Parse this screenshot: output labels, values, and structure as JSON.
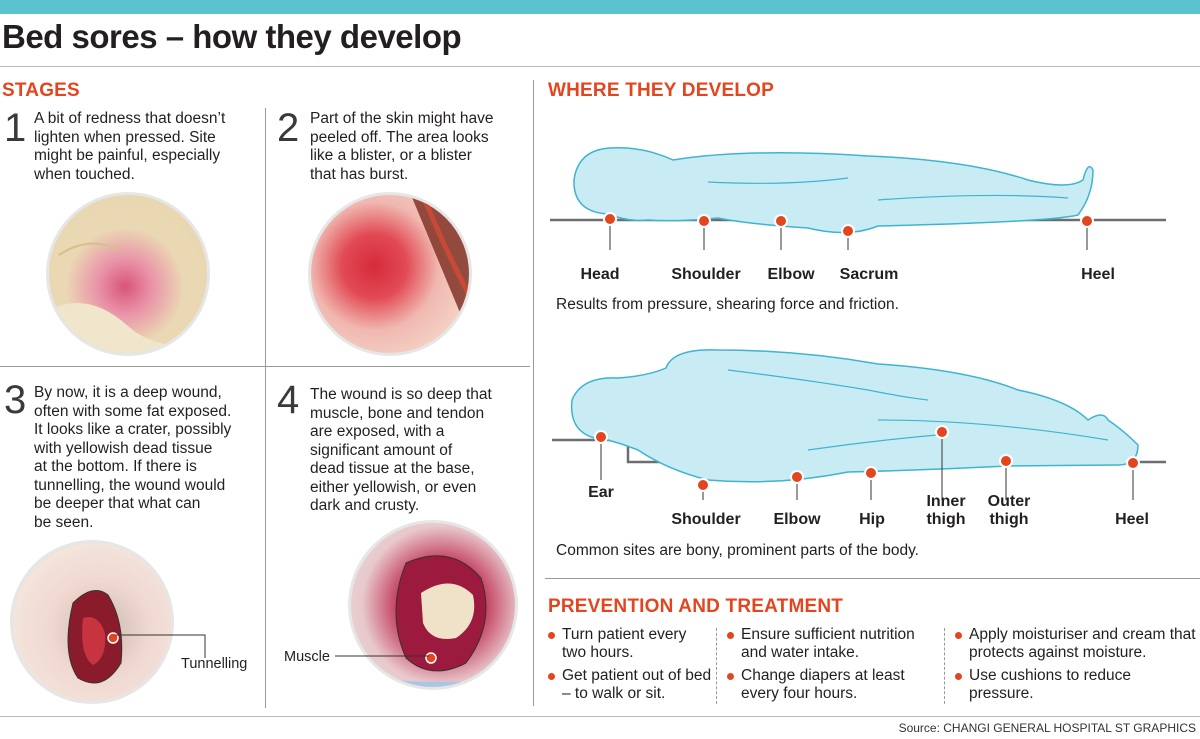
{
  "header": {
    "title": "Bed sores – how they develop"
  },
  "stages": {
    "heading": "STAGES",
    "items": [
      {
        "number": "1",
        "text": "A bit of redness that doesn’t\nlighten when pressed. Site\nmight be painful, especially\nwhen touched."
      },
      {
        "number": "2",
        "text": "Part of the skin might have\npeeled off. The area looks\nlike a blister, or a blister\nthat has burst."
      },
      {
        "number": "3",
        "text": "By now, it is a deep wound,\noften with some fat exposed.\nIt looks like a crater, possibly\nwith yellowish dead tissue\nat the bottom. If there is\ntunnelling, the wound would\nbe deeper that what can\nbe seen."
      },
      {
        "number": "4",
        "text": "The wound is so deep that\nmuscle, bone and tendon\nare exposed, with a\nsignificant amount of\ndead tissue at the base,\neither yellowish, or even\ndark and crusty."
      }
    ],
    "annotations": {
      "tunnelling": "Tunnelling",
      "muscle": "Muscle"
    }
  },
  "where": {
    "heading": "WHERE THEY DEVELOP",
    "supine": {
      "sites": [
        "Head",
        "Shoulder",
        "Elbow",
        "Sacrum",
        "Heel"
      ],
      "caption": "Results from pressure, shearing force and friction."
    },
    "lateral": {
      "sites": [
        "Ear",
        "Shoulder",
        "Elbow",
        "Hip",
        "Inner\nthigh",
        "Outer\nthigh",
        "Heel"
      ],
      "caption": "Common sites are bony, prominent parts of the body."
    }
  },
  "prevention": {
    "heading": "PREVENTION AND TREATMENT",
    "columns": [
      [
        "Turn patient every two hours.",
        "Get patient out of bed – to walk or sit."
      ],
      [
        "Ensure sufficient nutrition and water intake.",
        "Change diapers at least every four hours."
      ],
      [
        "Apply moisturiser and cream that protects against moisture.",
        "Use cushions to reduce pressure."
      ]
    ]
  },
  "source": "Source: CHANGI GENERAL HOSPITAL   ST GRAPHICS",
  "colors": {
    "accent": "#e3451f",
    "topbar": "#5bc3d0",
    "body_fill": "#c9ecf4",
    "body_stroke": "#3fb4cf"
  }
}
